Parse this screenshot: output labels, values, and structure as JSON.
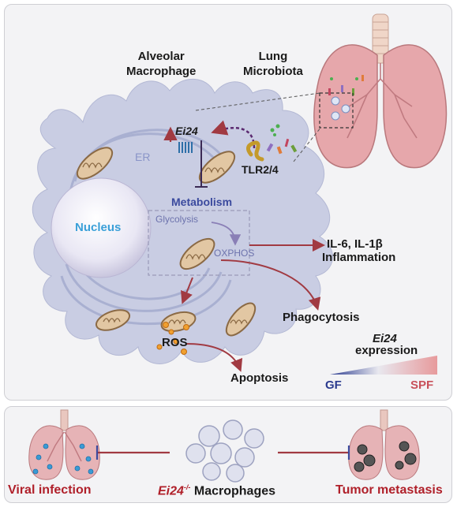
{
  "labels": {
    "alveolar_macrophage": "Alveolar\nMacrophage",
    "lung_microbiota": "Lung\nMicrobiota",
    "ei24": "Ei24",
    "er": "ER",
    "tlr": "TLR2/4",
    "metabolism": "Metabolism",
    "nucleus": "Nucleus",
    "glycolysis": "Glycolysis",
    "oxphos": "OXPHOS",
    "cytokines": "IL-6, IL-1β",
    "inflammation": "Inflammation",
    "phagocytosis": "Phagocytosis",
    "ros": "ROS",
    "apoptosis": "Apoptosis",
    "expression_gene": "Ei24",
    "expression_word": "expression",
    "gf": "GF",
    "spf": "SPF",
    "viral_infection": "Viral infection",
    "macrophages_gene": "Ei24",
    "macrophages_super": "-/-",
    "macrophages_word": "Macrophages",
    "tumor_metastasis": "Tumor metastasis"
  },
  "colors": {
    "cell": "#c9cde3",
    "nucleus": "#e6e4f2",
    "metabolism_blue": "#3b4a9e",
    "nucleus_text": "#3aa0d8",
    "arrow_red": "#a13a42",
    "dark_red": "#b0202a",
    "gf_blue": "#2b3b8f",
    "spf_red": "#c8505a",
    "mito": "#e2c7a3",
    "lung": "#e6a7ab",
    "ros_dot": "#f0a030"
  }
}
